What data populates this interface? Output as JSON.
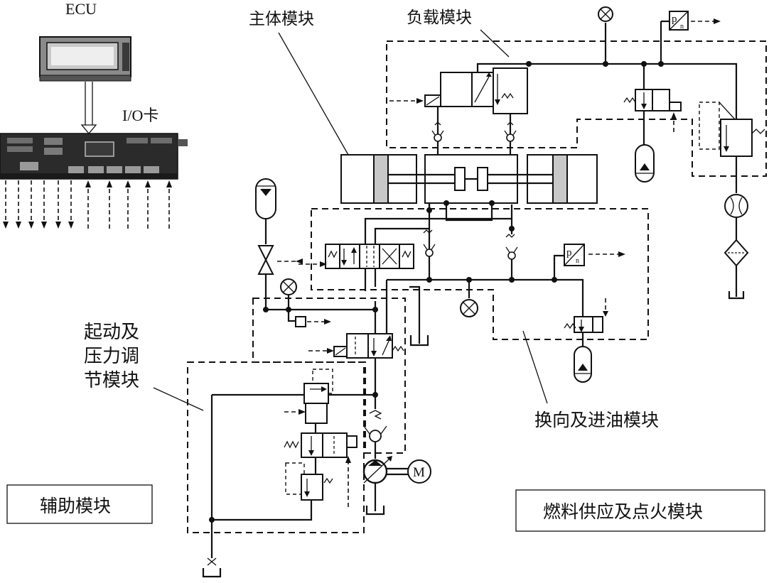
{
  "diagram": {
    "labels": {
      "ecu": "ECU",
      "io_card": "I/O卡",
      "main_module": "主体模块",
      "load_module": "负载模块",
      "start_pressure_1": "起动及",
      "start_pressure_2": "压力调",
      "start_pressure_3": "节模块",
      "reversing_module": "换向及进油模块",
      "aux_module": "辅助模块",
      "fuel_module": "燃料供应及点火模块",
      "motor": "M",
      "pn_p": "p",
      "pn_n": "n"
    },
    "colors": {
      "line": "#111111",
      "piston_gray": "#c8c8c8",
      "board_dark": "#2b2b2b",
      "monitor_gray": "#8a8a8a"
    }
  }
}
